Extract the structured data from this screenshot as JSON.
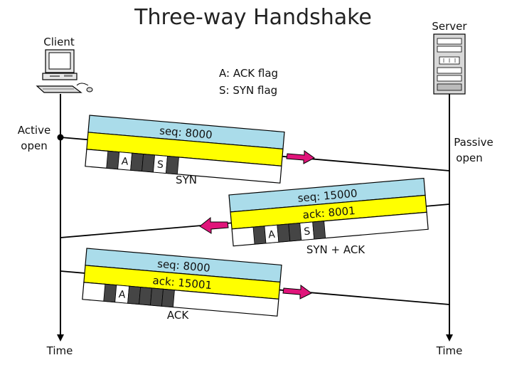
{
  "title": "Three-way Handshake",
  "client_label": "Client",
  "server_label": "Server",
  "legend": {
    "ack": "A: ACK flag",
    "syn": "S: SYN flag"
  },
  "active_open": [
    "Active",
    "open"
  ],
  "passive_open": [
    "Passive",
    "open"
  ],
  "time_label": "Time",
  "segments": {
    "syn": {
      "seq": "seq: 8000",
      "flag_a": "A",
      "flag_s": "S",
      "name": "SYN"
    },
    "synack": {
      "seq": "seq: 15000",
      "ack": "ack: 8001",
      "flag_a": "A",
      "flag_s": "S",
      "name": "SYN + ACK"
    },
    "ack": {
      "seq": "seq: 8000",
      "ack": "ack: 15001",
      "flag_a": "A",
      "name": "ACK"
    }
  },
  "colors": {
    "seq_band": "#aadcea",
    "ack_band": "#ffff00",
    "arrow": "#e0147a",
    "flag_block": "#454545"
  }
}
